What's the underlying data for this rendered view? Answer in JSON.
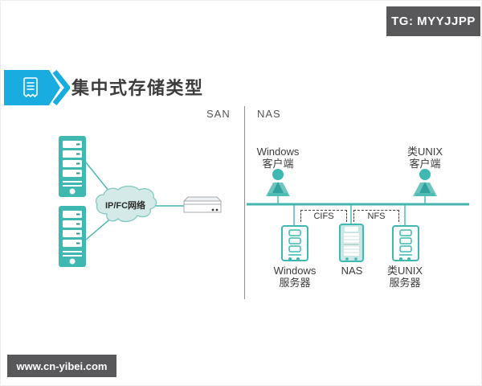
{
  "page": {
    "tag_label": "TG: MYYJJPP",
    "watermark": "www.cn-yibei.com",
    "title": "集中式存储类型"
  },
  "sections": {
    "san": {
      "label": "SAN",
      "cloud_label": "IP/FC网络"
    },
    "nas": {
      "label": "NAS",
      "clients": [
        {
          "line1": "Windows",
          "line2": "客户端"
        },
        {
          "line1": "类UNIX",
          "line2": "客户端"
        }
      ],
      "protocols": [
        {
          "label": "CIFS"
        },
        {
          "label": "NFS"
        }
      ],
      "servers": [
        {
          "line1": "Windows",
          "line2": "服务器"
        },
        {
          "line1": "NAS",
          "line2": ""
        },
        {
          "line1": "类UNIX",
          "line2": "服务器"
        }
      ]
    }
  },
  "colors": {
    "accent_cyan": "#18ace0",
    "teal": "#41b7b1",
    "cloud_fill": "#d3eae8",
    "banner_gray": "#58585a"
  }
}
